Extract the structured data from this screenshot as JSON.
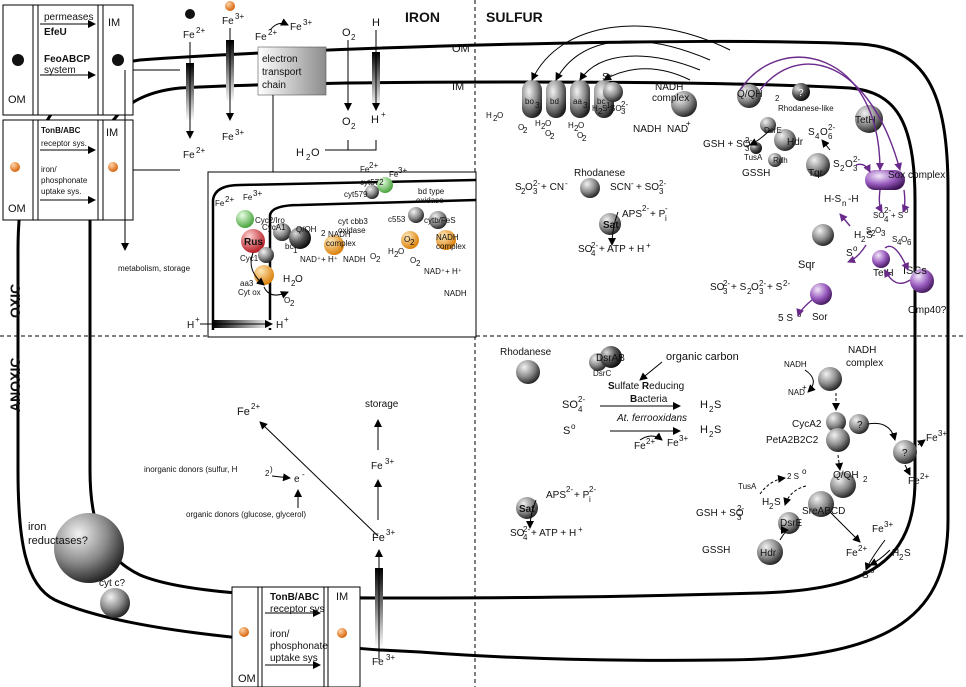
{
  "header": {
    "iron": "IRON",
    "sulfur": "SULFUR",
    "oxic": "OXIC",
    "anoxic": "ANOXIC",
    "om": "OM",
    "im": "IM"
  },
  "iron_uptake": {
    "box1_permeases": "permeases",
    "box1_efeu": "EfeU",
    "box1_feo": "FeoABCP",
    "box1_system": "system",
    "box1_om": "OM",
    "box1_im": "IM",
    "box2_tonb": "TonB/ABC",
    "box2_receptor": "receptor sys.",
    "box2_iron": "iron/",
    "box2_phosphonate": "phosphonate",
    "box2_uptake": "uptake sys.",
    "box2_om": "OM",
    "box2_im": "IM",
    "metabolism": "metabolism, storage",
    "fe2": "Fe",
    "fe3": "Fe",
    "sup2": "2+",
    "sup3": "3+"
  },
  "oxic_iron": {
    "etc1": "electron",
    "etc2": "transport",
    "etc3": "chain",
    "o2": "O",
    "h2o": "H",
    "h": "H",
    "hplus": "H",
    "cyt572": "cyt572",
    "cyt579": "cyt579",
    "cyc2": "Cyc2/Iro",
    "rus": "Rus",
    "cyca1": "CycA1",
    "cyc1": "Cyc1",
    "bc1": "bc",
    "q_qh2": "Q/QH",
    "nadh_complex_1": "NADH",
    "nadh_complex_2": "complex",
    "nad_h": "NAD⁺+ H⁺",
    "nadh": "NADH",
    "aa3_1": "aa3",
    "aa3_2": "Cyt ox",
    "bd_1": "bd type",
    "bd_2": "oxidase",
    "c553": "c553",
    "cytb_fes": "cytb/FeS",
    "cbb3_1": "cyt cbb3",
    "cbb3_2": "oxidase",
    "nad_h2": "NAD⁺+ H⁺"
  },
  "oxic_sulfur": {
    "bo3": "bo",
    "bd": "bd",
    "aa3": "aa",
    "bc": "bc",
    "sr": "Sr",
    "nadh_complex_1": "NADH",
    "nadh_complex_2": "complex",
    "nadh": "NADH",
    "nad": "NAD",
    "q_qh2": "Q/QH",
    "question": "?",
    "rhodanese_like": "Rhodanese-like",
    "teth": "TetH",
    "dsre": "DsrE",
    "hdr": "Hdr",
    "gsh_so3": "GSH + SO",
    "tusa": "TusA",
    "rdh": "Rdh",
    "gssh": "GSSH",
    "tqr": "Tqr",
    "s4o6": "S",
    "s2o3": "S",
    "sox": "Sox complex",
    "rhodanese": "Rhodanese",
    "rhod_eq_left": "S",
    "rhod_eq_right": "SCN",
    "sat": "Sat",
    "aps": "APS",
    "sat_eq": "SO",
    "sqr": "Sqr",
    "hsnh": "H-S",
    "s0": "S",
    "h2s": "H",
    "sor": "Sor",
    "sor_eq": "SO",
    "five_s": "5 S",
    "iscs": "ISCs",
    "omp40": "Omp40?"
  },
  "anoxic_iron": {
    "fe2": "Fe",
    "storage": "storage",
    "fe3": "Fe",
    "inorganic": "inorganic donors (sulfur, H",
    "organic": "organic donors (glucose, glycerol)",
    "e": "e",
    "reductases_1": "iron",
    "reductases_2": "reductases?",
    "cytc": "cyt c?",
    "box_tonb": "TonB/ABC",
    "box_receptor": "receptor sys",
    "box_iron": "iron/",
    "box_phosphonate": "phosphonate",
    "box_uptake": "uptake sys",
    "box_om": "OM",
    "box_im": "IM"
  },
  "anoxic_sulfur": {
    "rhodanese": "Rhodanese",
    "dsrc": "DsrC",
    "dsrab": "DsrAB",
    "organic_carbon": "organic carbon",
    "srb_1": "Sulfate Reducing",
    "srb_2": "Bacteria",
    "srb_1_initial": "S",
    "srb_1_rest": "ulfate ",
    "srb_1_initial2": "R",
    "srb_1_rest2": "educing",
    "srb_2_initial": "B",
    "srb_2_rest": "acteria",
    "so4": "SO",
    "h2s": "H",
    "at_ferro": "At. ferrooxidans",
    "s0": "S",
    "fe2_fe3_a": "Fe",
    "sat": "Sat",
    "aps": "APS",
    "sat_eq": "SO",
    "nadh": "NADH",
    "nadh_complex_1": "NADH",
    "nadh_complex_2": "complex",
    "nad": "NAD",
    "cyca2": "CycA2",
    "pet": "PetA2B2C2",
    "q_qh2": "Q/QH",
    "question": "?",
    "two_s": "2 S",
    "tusa": "TusA",
    "sreabcd": "SreABCD",
    "h2s2": "H",
    "dsre": "DsrE",
    "gsh_so3": "GSH + SO",
    "gssh": "GSSH",
    "hdr": "Hdr",
    "fe3_out": "Fe",
    "fe2_out": "Fe",
    "s0_out": "S"
  },
  "colors": {
    "purple": "#6a2a8c",
    "green": "#7fcf6e",
    "red": "#d9343a",
    "orange": "#f0a030",
    "fe_dot": "#e87a1e"
  }
}
